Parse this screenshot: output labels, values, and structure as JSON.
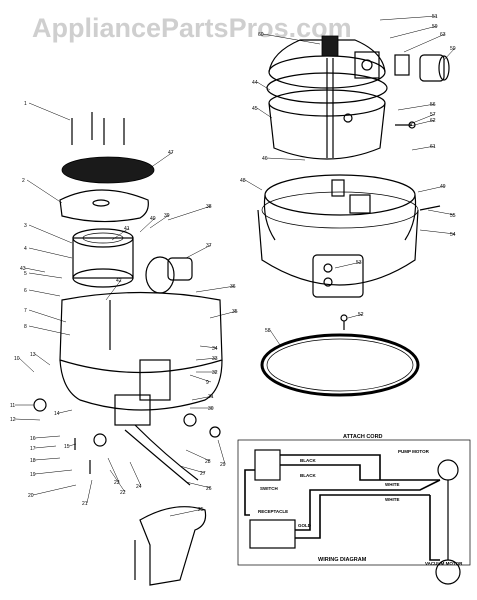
{
  "watermark": "AppliancePartsPros.com",
  "wiring": {
    "title": "WIRING DIAGRAM",
    "attach_cord": "ATTACH CORD",
    "pump_motor": "PUMP MOTOR",
    "vacuum_motor": "VACUUM MOTOR",
    "switch": "SWITCH",
    "receptacle": "RECEPTACLE",
    "black_1": "BLACK",
    "black_2": "BLACK",
    "white_1": "WHITE",
    "white_2": "WHITE",
    "gold": "GOLD"
  },
  "callouts": [
    "1",
    "2",
    "3",
    "4",
    "5",
    "6",
    "7",
    "8",
    "9",
    "10",
    "11",
    "12",
    "13",
    "14",
    "15",
    "16",
    "17",
    "18",
    "19",
    "20",
    "21",
    "22",
    "23",
    "24",
    "25",
    "26",
    "27",
    "28",
    "29",
    "30",
    "31",
    "32",
    "33",
    "34",
    "35",
    "36",
    "37",
    "38",
    "39",
    "40",
    "41",
    "42",
    "43",
    "44",
    "45",
    "46",
    "47",
    "48",
    "49",
    "50",
    "51",
    "52",
    "53",
    "54",
    "55",
    "56",
    "57",
    "58",
    "59",
    "60",
    "61",
    "62",
    "63"
  ]
}
